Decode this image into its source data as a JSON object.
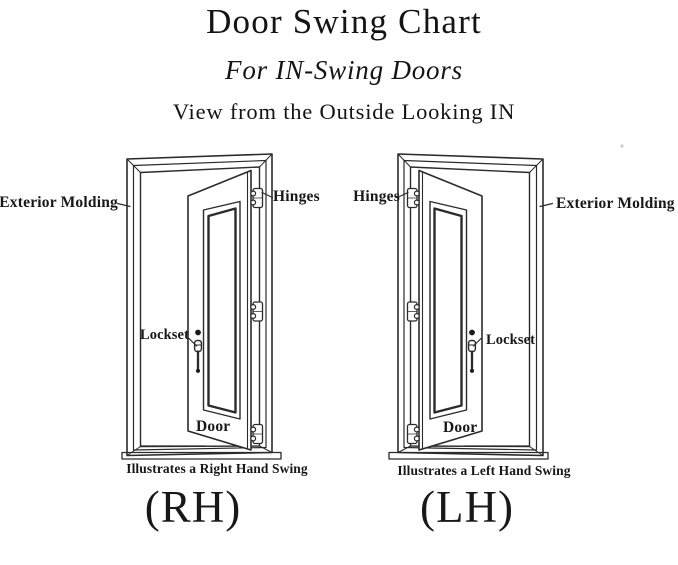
{
  "header": {
    "title": "Door Swing Chart",
    "subtitle": "For IN-Swing Doors",
    "view_note": "View from the Outside Looking IN"
  },
  "figures": {
    "rh": {
      "exterior_molding": "Exterior Molding",
      "hinges": "Hinges",
      "lockset": "Lockset",
      "door": "Door",
      "caption": "Illustrates a Right Hand Swing",
      "code": "(RH)"
    },
    "lh": {
      "exterior_molding": "Exterior Molding",
      "hinges": "Hinges",
      "lockset": "Lockset",
      "door": "Door",
      "caption": "Illustrates a Left Hand Swing",
      "code": "(LH)"
    }
  },
  "colors": {
    "ink": "#1b1b1b",
    "line": "#2b2b2b",
    "background": "#ffffff"
  }
}
